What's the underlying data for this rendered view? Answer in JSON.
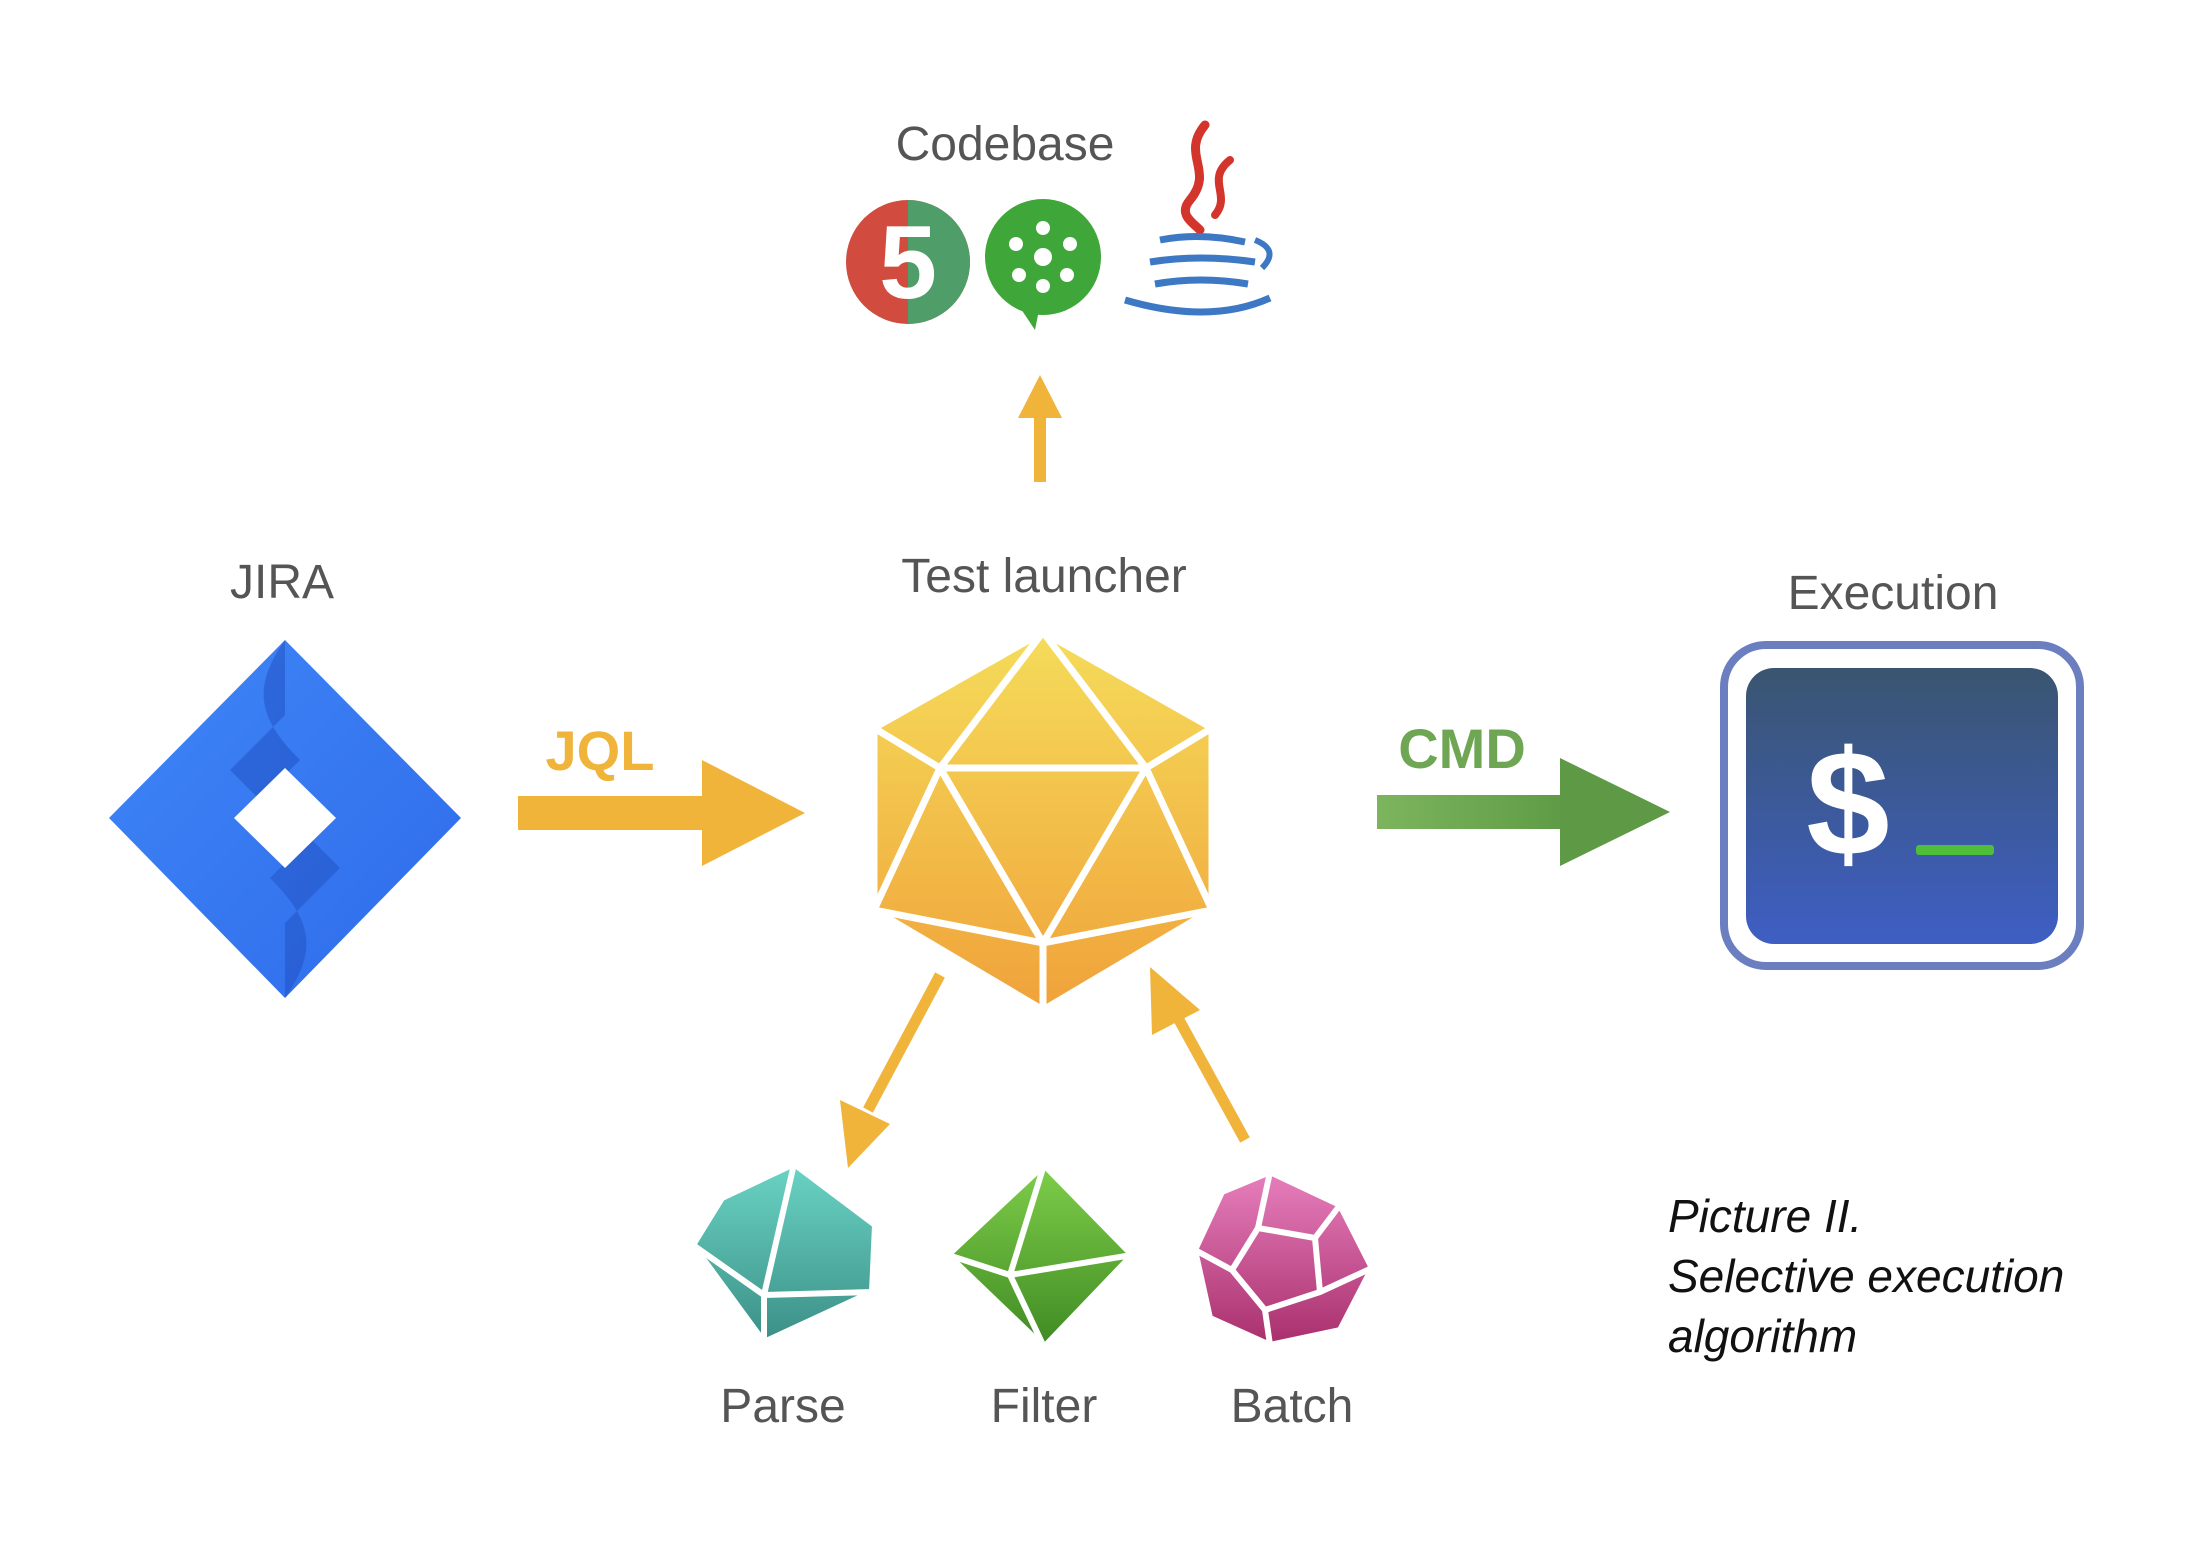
{
  "codebase": {
    "label": "Codebase",
    "icons": [
      "html5-icon",
      "cucumber-icon",
      "java-icon"
    ],
    "html5_glyph": "5"
  },
  "jira": {
    "label": "JIRA"
  },
  "test_launcher": {
    "label": "Test launcher"
  },
  "execution": {
    "label": "Execution",
    "prompt_symbol": "$"
  },
  "arrows": {
    "jql": {
      "label": "JQL",
      "color": "#f0b43a"
    },
    "cmd": {
      "label": "CMD",
      "color": "#6fa654"
    },
    "to_codebase": {
      "color": "#f0b43a"
    }
  },
  "steps": [
    {
      "label": "Parse",
      "color": "#4fb3a6"
    },
    {
      "label": "Filter",
      "color": "#4c9a2a"
    },
    {
      "label": "Batch",
      "color": "#c44d8c"
    }
  ],
  "caption": {
    "line1": "Picture II.",
    "line2": "Selective execution",
    "line3": "algorithm"
  },
  "colors": {
    "jira_blue": "#2f6bea",
    "launcher_yellow": "#f3c042",
    "terminal_top": "#3a5570",
    "terminal_bottom": "#3d5dbe",
    "terminal_frame": "#6a7ec0",
    "cursor_green": "#4fbf3a"
  }
}
